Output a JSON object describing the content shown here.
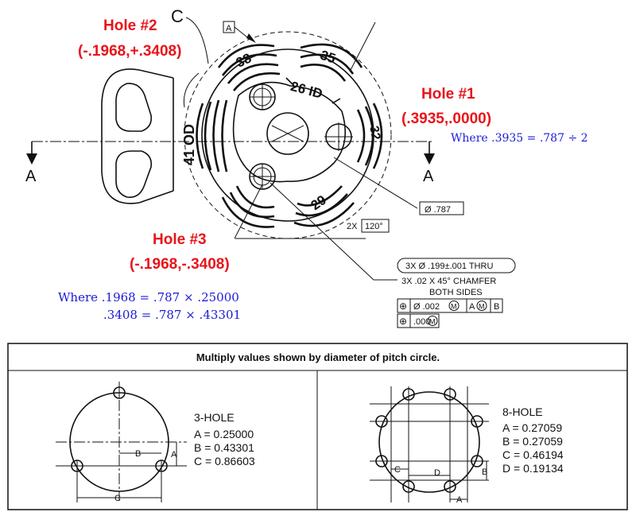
{
  "annotations": {
    "hole1": {
      "label": "Hole #1",
      "coords": "(.3935,.0000)"
    },
    "hole2": {
      "label": "Hole #2",
      "coords": "(-.1968,+.3408)"
    },
    "hole3": {
      "label": "Hole #3",
      "coords": "(-.1968,-.3408)"
    },
    "note1": "Where  .3935 = .787 ÷ 2",
    "note2": "Where .1968 = .787 × .25000",
    "note3": ".3408 = .787 × .43301"
  },
  "drawing": {
    "section_label": "A",
    "view_label": "C",
    "datum_label": "A",
    "od_label": "41 OD",
    "id_label": "26 ID",
    "spline_labels": [
      "38",
      "35",
      "32",
      "29"
    ],
    "pitch_dia": "Ø .787",
    "angle_count": "2X",
    "angle_value": "120°",
    "hole_callout": "3X  Ø .199±.001 THRU",
    "chamfer_note": "3X .02 X 45° CHAMFER",
    "chamfer_note2": "BOTH SIDES",
    "fcf1": {
      "symbol": "⊕",
      "tol": "Ø .002",
      "mod": "M",
      "datum": "A",
      "datum_mod": "M",
      "datum2": "B"
    },
    "fcf2": {
      "symbol": "⊕",
      "tol": ".000",
      "mod": "M"
    }
  },
  "table": {
    "header": "Multiply values shown by diameter of pitch circle.",
    "three_hole": {
      "title": "3-HOLE",
      "rows": [
        "A = 0.25000",
        "B = 0.43301",
        "C = 0.86603"
      ],
      "dims": [
        "A",
        "B",
        "C"
      ]
    },
    "eight_hole": {
      "title": "8-HOLE",
      "rows": [
        "A = 0.27059",
        "B = 0.27059",
        "C = 0.46194",
        "D = 0.19134"
      ],
      "dims": [
        "A",
        "B",
        "C",
        "D"
      ]
    }
  }
}
